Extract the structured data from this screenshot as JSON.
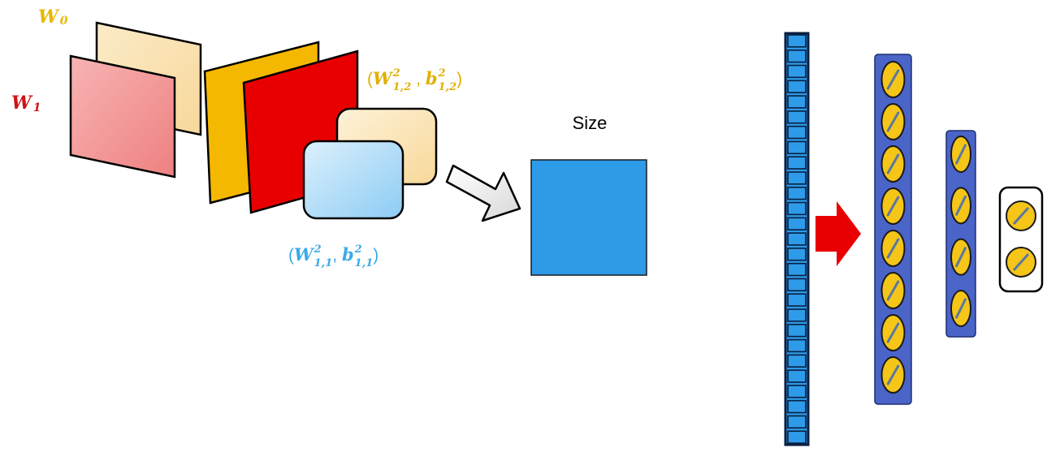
{
  "labels": {
    "w0": {
      "base": "W",
      "sub": "0"
    },
    "w1": {
      "base": "W",
      "sub": "1"
    },
    "yellow_pair": {
      "open": "(",
      "w": "W",
      "w_sup": "2",
      "w_sub": "1,2",
      "sep": " , ",
      "b": "b",
      "b_sup": "2",
      "b_sub": "1,2",
      "close": ")"
    },
    "blue_pair": {
      "open": "(",
      "w": "W",
      "w_sup": "2",
      "w_sub": "1,1",
      "sep": ", ",
      "b": "b",
      "b_sup": "2",
      "b_sub": "1,1",
      "close": ")"
    },
    "size": "Size"
  },
  "layers": {
    "input_cells": 27,
    "hidden_1_nodes": 8,
    "hidden_2_nodes": 4,
    "output_nodes": 2
  },
  "colors": {
    "w0_label": "#E8B800",
    "w1_label": "#D01414",
    "w0_plane": "#FCE4B0",
    "w1_plane": "#F28C8C",
    "orange_plane": "#F5B800",
    "red_plane": "#E80000",
    "yellow_card": "#FCE3A8",
    "blue_card": "#A8DAF8",
    "yellow_pair_text": "#E0B000",
    "blue_pair_text": "#3AAAE8",
    "size_square": "#2E9BE8",
    "input_cell": "#2E9BE8",
    "layer_panel": "#4A64C8",
    "node_fill": "#F5C518",
    "node_slash": "#5A78A0",
    "red_arrow": "#E80000"
  }
}
